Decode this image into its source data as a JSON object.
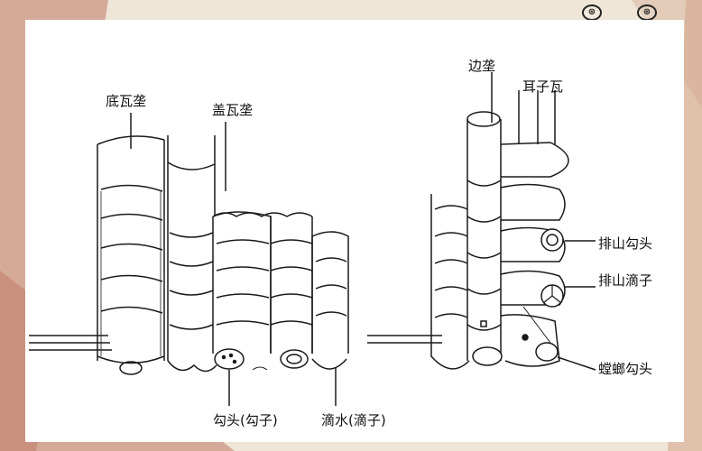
{
  "navigation": {
    "prev_glyph": "⊛",
    "next_glyph": "⊛"
  },
  "labels": {
    "bottom_tile_ridge": "底瓦垄",
    "cover_tile_ridge": "盖瓦垄",
    "eave_tile": "勾头(勾子)",
    "drip_tile": "滴水(滴子)",
    "edge_ridge": "边垄",
    "ear_tile": "耳子瓦",
    "gable_eave_tile": "排山勾头",
    "gable_drip_tile": "排山滴子",
    "mantis_eave_tile": "螳螂勾头"
  },
  "colors": {
    "background": "#efe6d7",
    "panel": "#ffffff",
    "ink": "#1a1a1a",
    "accent_red": "#b84a3a"
  }
}
